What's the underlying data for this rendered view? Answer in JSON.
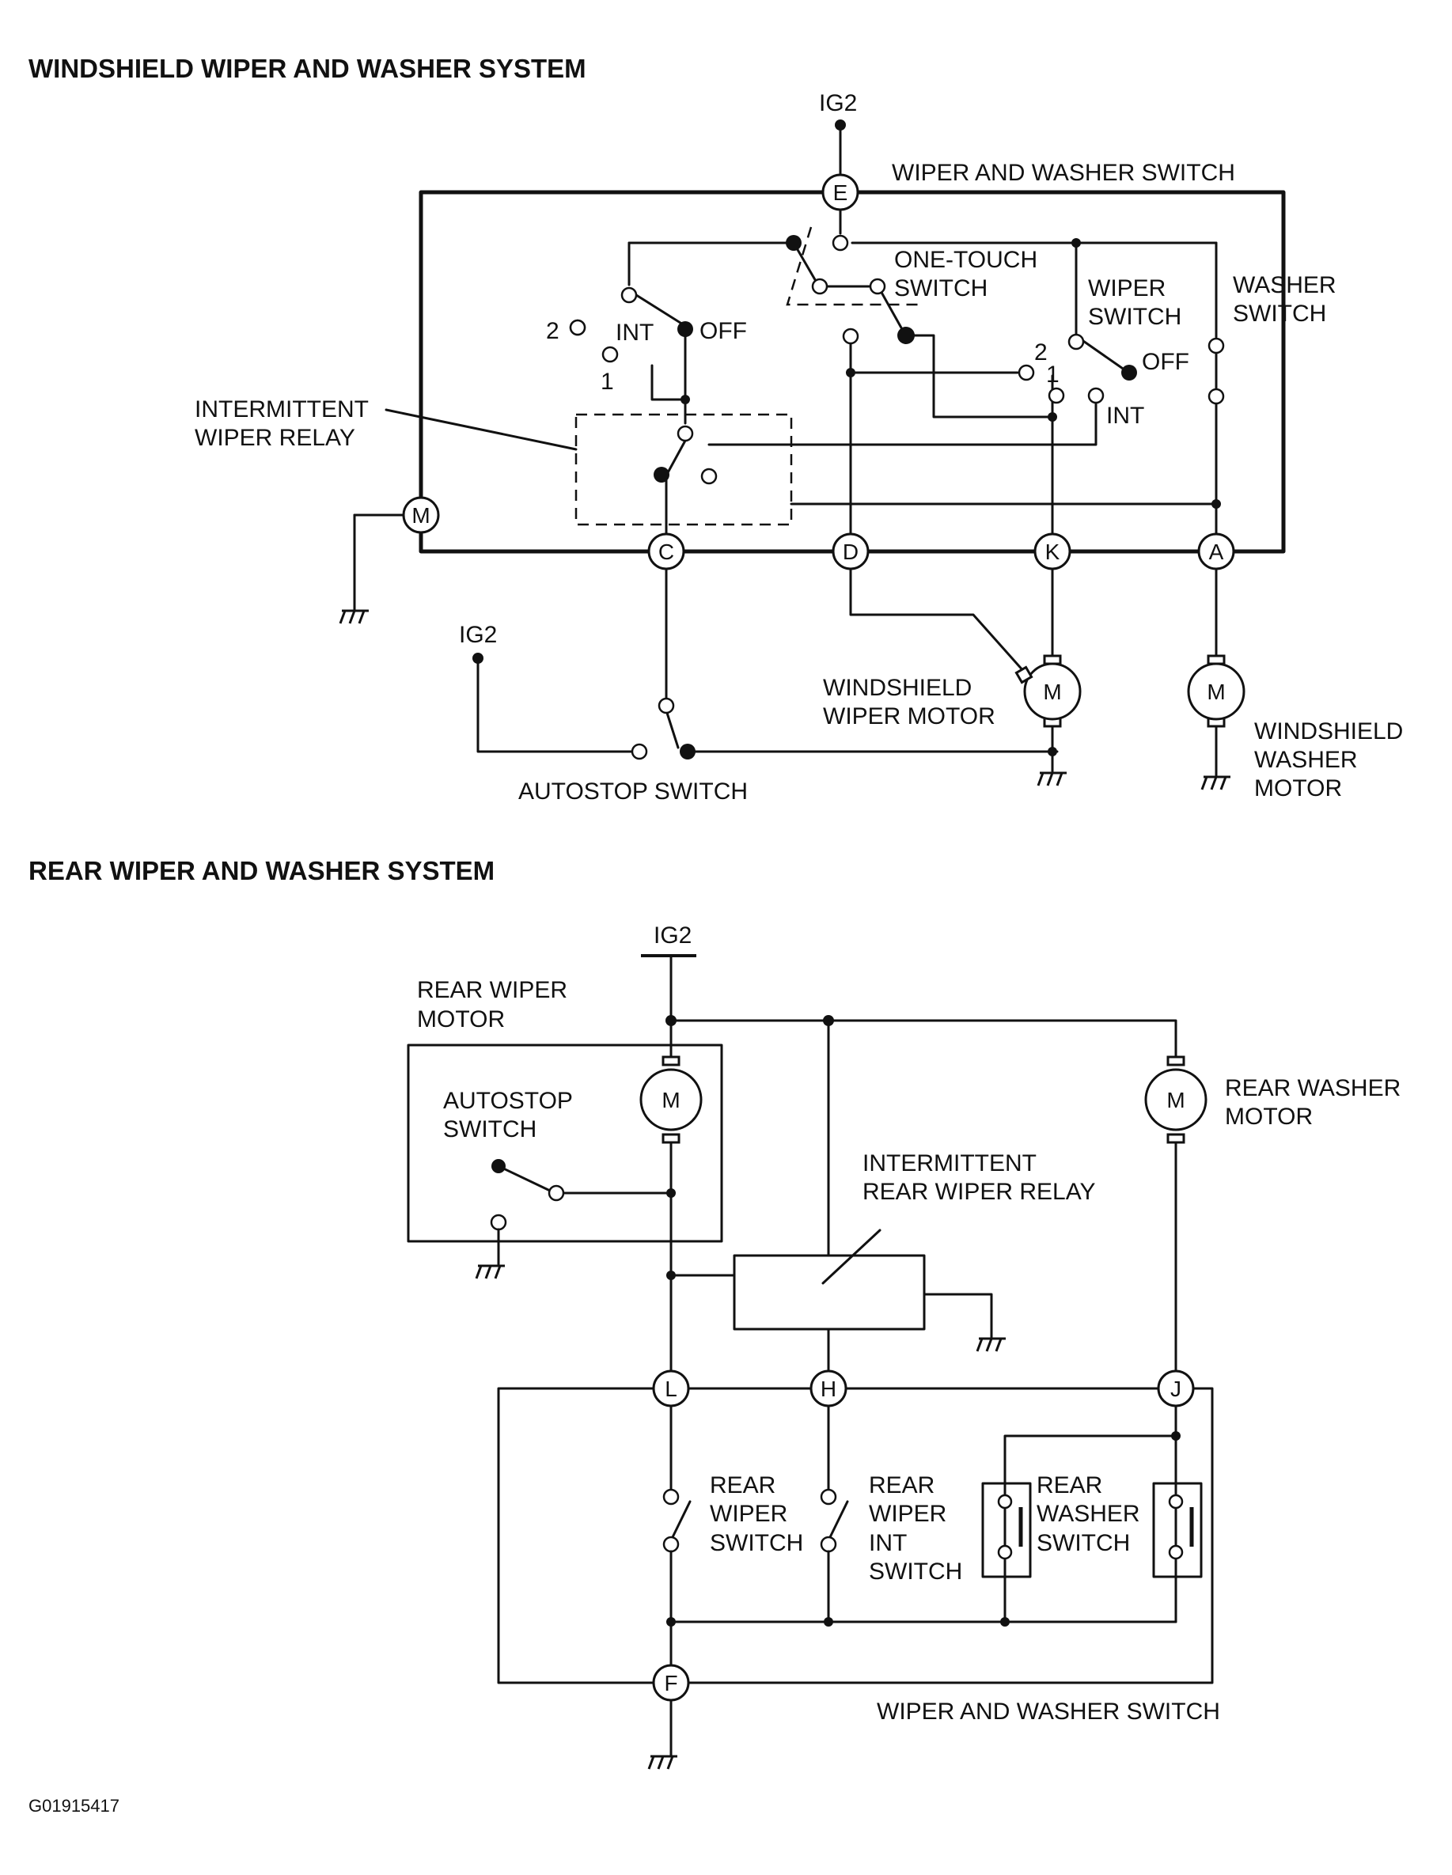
{
  "windshield": {
    "title": "WINDSHIELD WIPER AND WASHER SYSTEM",
    "ig2_top": "IG2",
    "ig2_autostop": "IG2",
    "switch_box_label": "WIPER AND WASHER SWITCH",
    "one_touch_switch": [
      "ONE-TOUCH",
      "SWITCH"
    ],
    "wiper_switch": [
      "WIPER",
      "SWITCH"
    ],
    "washer_switch": [
      "WASHER",
      "SWITCH"
    ],
    "intermittent_relay": [
      "INTERMITTENT",
      "WIPER RELAY"
    ],
    "wiper_motor": [
      "WINDSHIELD",
      "WIPER MOTOR"
    ],
    "washer_motor": [
      "WINDSHIELD",
      "WASHER",
      "MOTOR"
    ],
    "autostop_switch": "AUTOSTOP SWITCH",
    "pos_left": {
      "two": "2",
      "int": "INT",
      "one": "1",
      "off": "OFF"
    },
    "pos_right": {
      "two": "2",
      "one": "1",
      "int": "INT",
      "off": "OFF"
    },
    "terminals": {
      "E": "E",
      "M": "M",
      "C": "C",
      "D": "D",
      "K": "K",
      "A": "A"
    },
    "motor_symbol": "M"
  },
  "rear": {
    "title": "REAR WIPER AND WASHER SYSTEM",
    "ig2": "IG2",
    "wiper_motor": [
      "REAR WIPER",
      "MOTOR"
    ],
    "autostop_switch": [
      "AUTOSTOP",
      "SWITCH"
    ],
    "washer_motor": [
      "REAR WASHER",
      "MOTOR"
    ],
    "relay": [
      "INTERMITTENT",
      "REAR WIPER RELAY"
    ],
    "rear_wiper_switch": [
      "REAR",
      "WIPER",
      "SWITCH"
    ],
    "rear_wiper_int_switch": [
      "REAR",
      "WIPER",
      "INT",
      "SWITCH"
    ],
    "rear_washer_switch": [
      "REAR",
      "WASHER",
      "SWITCH"
    ],
    "switch_box_label": "WIPER AND WASHER SWITCH",
    "terminals": {
      "L": "L",
      "H": "H",
      "J": "J",
      "F": "F"
    },
    "motor_symbol": "M"
  },
  "figure_code": "G01915417"
}
